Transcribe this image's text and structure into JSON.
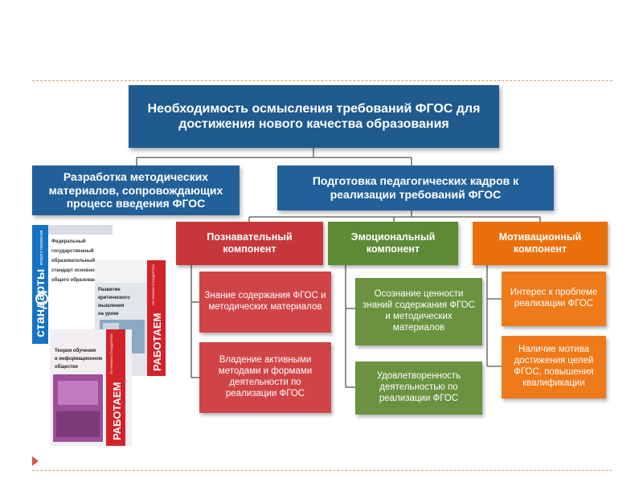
{
  "diagram": {
    "root": {
      "text": "Необходимость осмысления требований ФГОС для достижения нового качества образования"
    },
    "left_branch": {
      "text": "Разработка методических материалов, сопровождающих процесс введения ФГОС"
    },
    "right_branch": {
      "text": "Подготовка педагогических кадров к реализации требований ФГОС"
    },
    "components": [
      {
        "title": "Познавательный компонент",
        "color": "#c7373a",
        "items": [
          "Знание содержания ФГОС и  методических материалов",
          "Владение  активными методами и формами деятельности по реализации ФГОС"
        ]
      },
      {
        "title": "Эмоциональный компонент",
        "color": "#5e8a36",
        "items": [
          "Осознание ценности знаний содержания ФГОС и методических материалов",
          "Удовлетворенность деятельностью по реализации ФГОС"
        ]
      },
      {
        "title": "Мотивационный компонент",
        "color": "#ea6f0a",
        "items": [
          "Интерес к проблеме реализации ФГОС",
          "Наличие мотива достижения целей ФГОС, повышения квалификации"
        ]
      }
    ]
  },
  "books": [
    {
      "label": "стандарты",
      "sublabel": "второго поколения",
      "lines": [
        "Федеральный",
        "государственный",
        "образовательный",
        "стандарт основного",
        "общего образования"
      ]
    },
    {
      "label": "РАБОТАЕМ",
      "sublabel": "ПО НОВЫМ СТАНДАРТАМ",
      "lines": [
        "Развитие",
        "критического",
        "мышления",
        "на уроке"
      ]
    },
    {
      "label": "РАБОТАЕМ",
      "sublabel": "ПО НОВЫМ СТАНДАРТАМ",
      "lines": [
        "Теория обучения",
        "в информационном",
        "обществе"
      ]
    }
  ],
  "colors": {
    "blue": "#1f5a8e",
    "red": "#c7373a",
    "green": "#5e8a36",
    "orange": "#ea6f0a",
    "bullet": "#d9534f"
  }
}
